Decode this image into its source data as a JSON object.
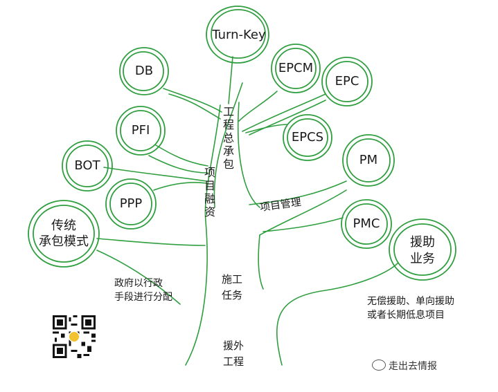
{
  "nodes": {
    "turnkey": "Turn-Key",
    "db": "DB",
    "epcm": "EPCM",
    "epc": "EPC",
    "pfi": "PFI",
    "epcs": "EPCS",
    "bot": "BOT",
    "pm": "PM",
    "ppp": "PPP",
    "pmc": "PMC",
    "traditional_line1": "传统",
    "traditional_line2": "承包模式",
    "aid_line1": "援助",
    "aid_line2": "业务"
  },
  "branches": {
    "epc_general": "工程总承包",
    "project_finance": "项目融资",
    "project_management": "项目管理",
    "construction_line1": "施工",
    "construction_line2": "任务",
    "foreign_aid_line1": "援外",
    "foreign_aid_line2": "工程"
  },
  "notes": {
    "gov_line1": "政府以行政",
    "gov_line2": "手段进行分配",
    "aid_line1": "无偿援助、单向援助",
    "aid_line2": "或者长期低息项目"
  },
  "brand": {
    "label": "走出去情报"
  },
  "colors": {
    "stroke": "#2f9e3f",
    "text": "#1a1a1a"
  }
}
